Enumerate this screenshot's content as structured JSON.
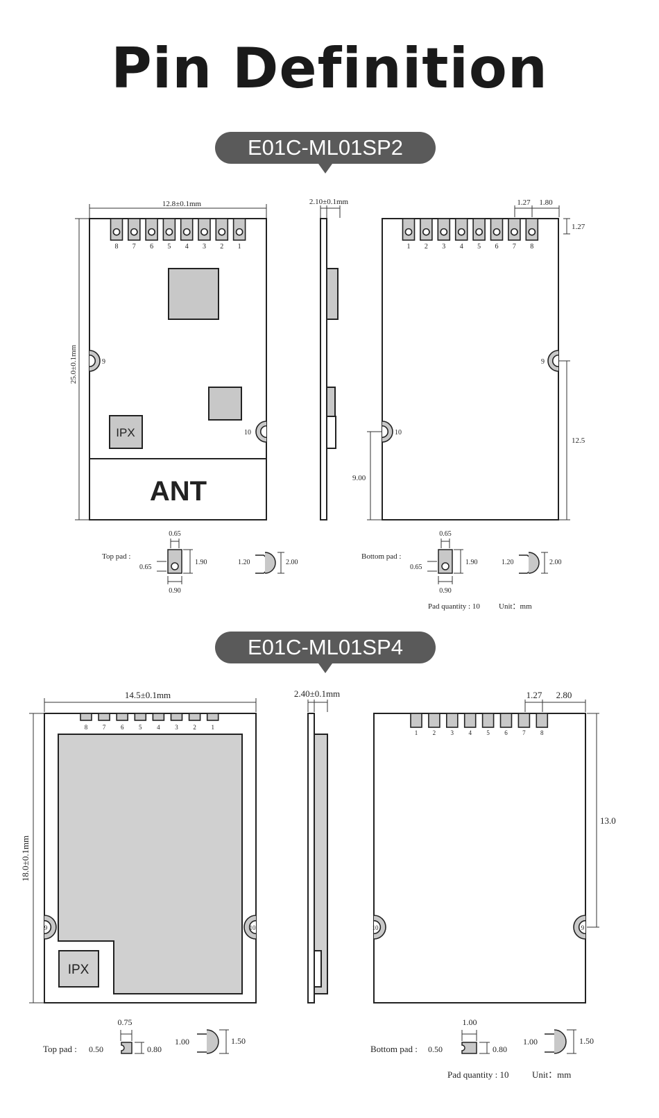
{
  "title": "Pin Definition",
  "module1": {
    "name": "E01C-ML01SP2",
    "width_label": "12.8±0.1mm",
    "height_label": "25.0±0.1mm",
    "thickness_label": "2.10±0.1mm",
    "pitch_label": "1.27",
    "edge_label": "1.80",
    "top_offset_label": "1.27",
    "pad9_dim": "12.5",
    "pad10_dim": "9.00",
    "top_pins": [
      "8",
      "7",
      "6",
      "5",
      "4",
      "3",
      "2",
      "1"
    ],
    "bottom_pins": [
      "1",
      "2",
      "3",
      "4",
      "5",
      "6",
      "7",
      "8"
    ],
    "pad9_label": "9",
    "pad10_label": "10",
    "ipx_label": "IPX",
    "ant_label": "ANT",
    "top_pad_label": "Top pad :",
    "bottom_pad_label": "Bottom pad :",
    "pad_w": "0.65",
    "pad_inner": "0.65",
    "pad_h": "1.90",
    "pad_total_w": "0.90",
    "half_w": "1.20",
    "half_h": "2.00",
    "pad_quantity": "Pad quantity : 10",
    "unit": "Unit：mm"
  },
  "module2": {
    "name": "E01C-ML01SP4",
    "width_label": "14.5±0.1mm",
    "height_label": "18.0±0.1mm",
    "thickness_label": "2.40±0.1mm",
    "pitch_label": "1.27",
    "edge_label": "2.80",
    "pad9_dim": "13.0",
    "top_pins": [
      "8",
      "7",
      "6",
      "5",
      "4",
      "3",
      "2",
      "1"
    ],
    "bottom_pins": [
      "1",
      "2",
      "3",
      "4",
      "5",
      "6",
      "7",
      "8"
    ],
    "pad9_label": "9",
    "pad10_label": "10",
    "ipx_label": "IPX",
    "top_pad_label": "Top pad :",
    "bottom_pad_label": "Bottom pad :",
    "pad_top_w": "0.75",
    "pad_inner": "0.50",
    "pad_h": "0.80",
    "pad_top_w_bottom": "1.00",
    "half_w": "1.00",
    "half_h": "1.50",
    "pad_quantity": "Pad quantity : 10",
    "unit": "Unit：mm"
  }
}
